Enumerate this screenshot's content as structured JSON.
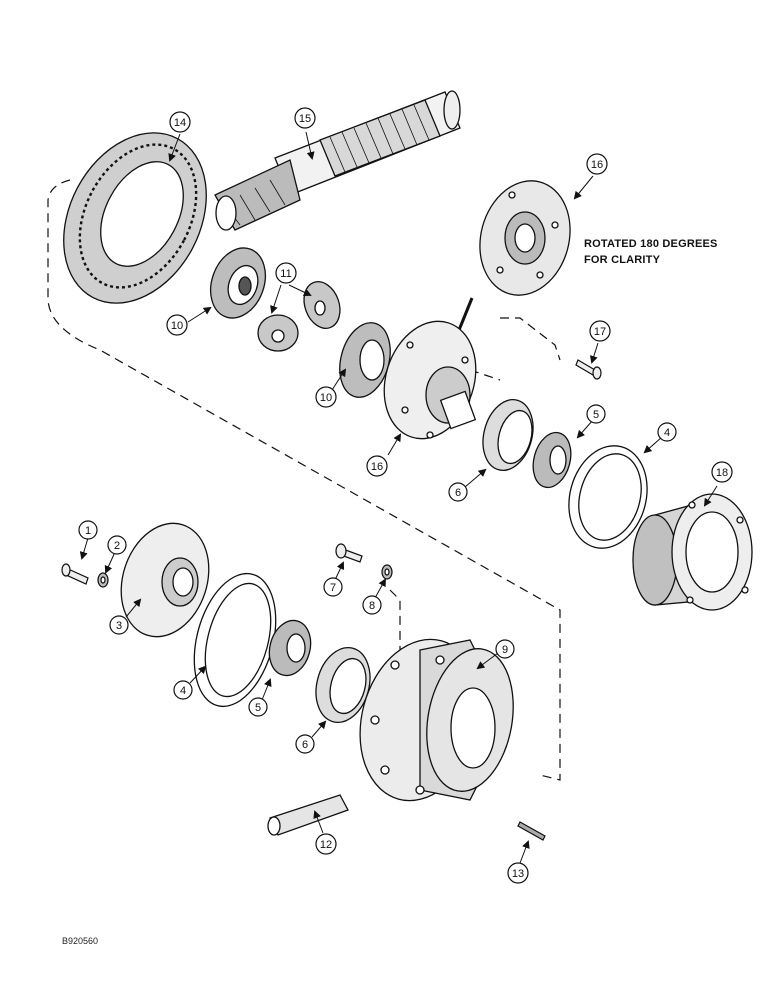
{
  "diagram": {
    "note_line1": "ROTATED 180 DEGREES",
    "note_line2": "FOR CLARITY",
    "figure_code": "B920560",
    "callouts": [
      {
        "id": "c1",
        "label": "1"
      },
      {
        "id": "c2",
        "label": "2"
      },
      {
        "id": "c3",
        "label": "3"
      },
      {
        "id": "c4a",
        "label": "4"
      },
      {
        "id": "c4b",
        "label": "4"
      },
      {
        "id": "c5a",
        "label": "5"
      },
      {
        "id": "c5b",
        "label": "5"
      },
      {
        "id": "c6a",
        "label": "6"
      },
      {
        "id": "c6b",
        "label": "6"
      },
      {
        "id": "c7",
        "label": "7"
      },
      {
        "id": "c8",
        "label": "8"
      },
      {
        "id": "c9",
        "label": "9"
      },
      {
        "id": "c10a",
        "label": "10"
      },
      {
        "id": "c10b",
        "label": "10"
      },
      {
        "id": "c11",
        "label": "11"
      },
      {
        "id": "c12",
        "label": "12"
      },
      {
        "id": "c13",
        "label": "13"
      },
      {
        "id": "c14",
        "label": "14"
      },
      {
        "id": "c15",
        "label": "15"
      },
      {
        "id": "c16a",
        "label": "16"
      },
      {
        "id": "c16b",
        "label": "16"
      },
      {
        "id": "c17",
        "label": "17"
      },
      {
        "id": "c18",
        "label": "18"
      }
    ]
  }
}
